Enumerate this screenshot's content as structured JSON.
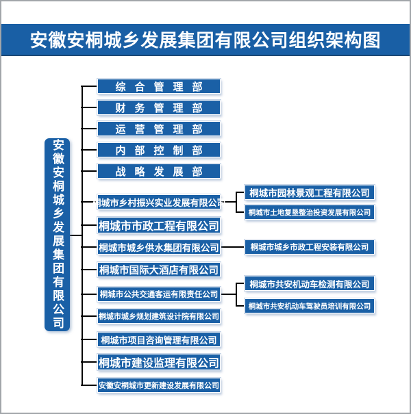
{
  "title": "安徽安桐城乡发展集团有限公司组织架构图",
  "root_company": "安徽安桐城乡发展集团有限公司",
  "departments": [
    "综合管理部",
    "财务管理部",
    "运营管理部",
    "内部控制部",
    "战略发展部"
  ],
  "subsidiaries": [
    {
      "label": "桐城市乡村振兴实业发展有限公司"
    },
    {
      "label": "桐城市市政工程有限公司"
    },
    {
      "label": "桐城市城乡供水集团有限公司"
    },
    {
      "label": "桐城市国际大酒店有限公司"
    },
    {
      "label": "桐城市公共交通客运有限责任公司"
    },
    {
      "label": "桐城市城乡规划建筑设计院有限公司"
    },
    {
      "label": "桐城市项目咨询管理有限公司"
    },
    {
      "label": "桐城市建设监理有限公司"
    },
    {
      "label": "安徽安桐城市更新建设发展有限公司"
    }
  ],
  "children": {
    "rural_revitalization": [
      "桐城市园林景观工程有限公司",
      "桐城市土地复垦整治投资发展有限公司"
    ],
    "water_supply": [
      "桐城市城乡市政工程安装有限公司"
    ],
    "public_transport": [
      "桐城市共安机动车检测有限公司",
      "桐城市共安机动车驾驶员培训有限公司"
    ]
  },
  "colors": {
    "box_fill": "#1A60A6",
    "title_bar_fill": "#195FA5",
    "title_text": "#FFFFFF",
    "box_text": "#FFFFFF",
    "connector": "#000000",
    "page_border": "#A2A6AA"
  }
}
